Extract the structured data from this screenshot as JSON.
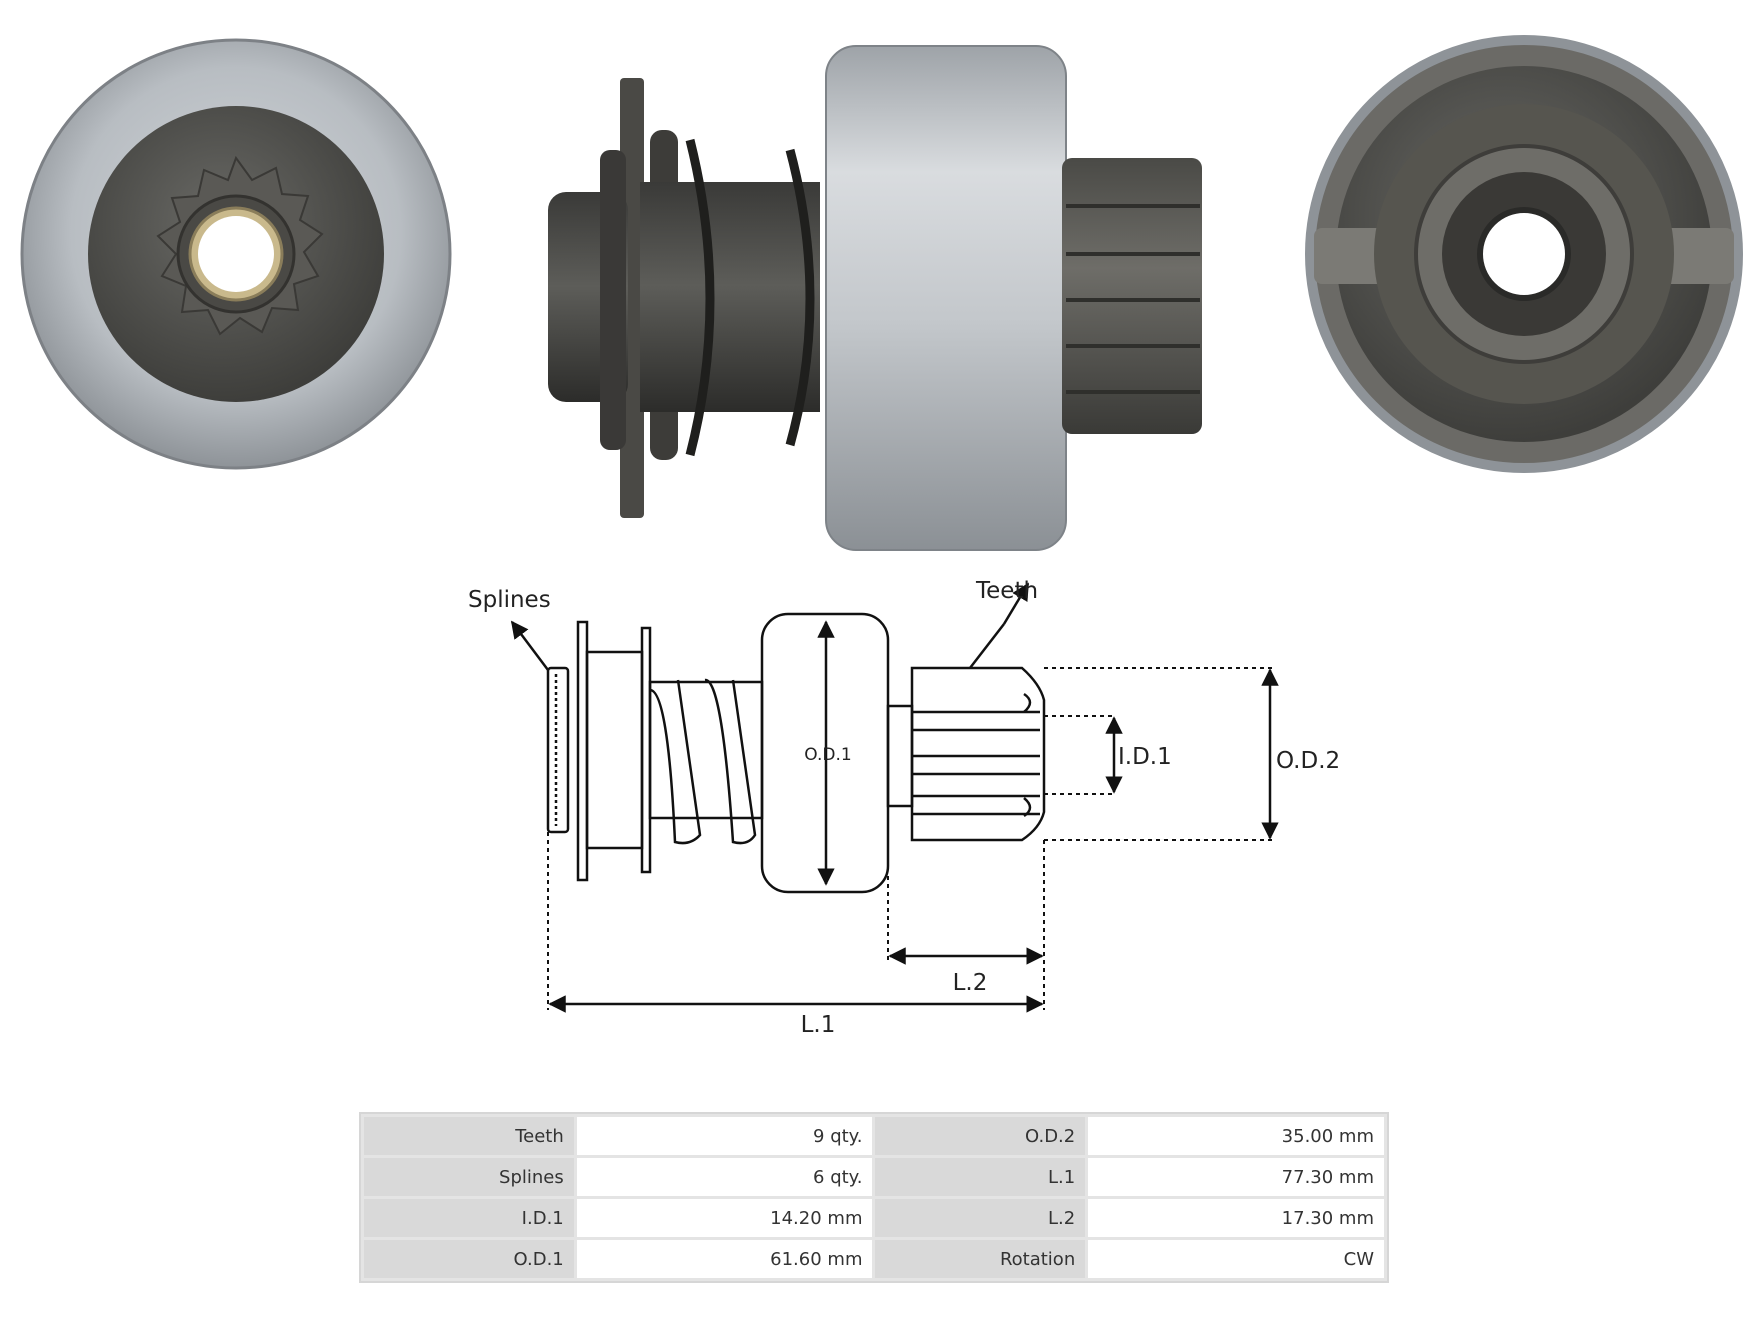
{
  "diagram": {
    "labels": {
      "splines": "Splines",
      "teeth": "Teeth",
      "od1": "O.D.1",
      "id1": "I.D.1",
      "od2": "O.D.2",
      "l2": "L.2",
      "l1": "L.1"
    }
  },
  "specs": {
    "rows": [
      {
        "k1": "Teeth",
        "v1": "9 qty.",
        "k2": "O.D.2",
        "v2": "35.00 mm"
      },
      {
        "k1": "Splines",
        "v1": "6 qty.",
        "k2": "L.1",
        "v2": "77.30 mm"
      },
      {
        "k1": "I.D.1",
        "v1": "14.20 mm",
        "k2": "L.2",
        "v2": "17.30 mm"
      },
      {
        "k1": "O.D.1",
        "v1": "61.60 mm",
        "k2": "Rotation",
        "v2": "CW"
      }
    ]
  }
}
